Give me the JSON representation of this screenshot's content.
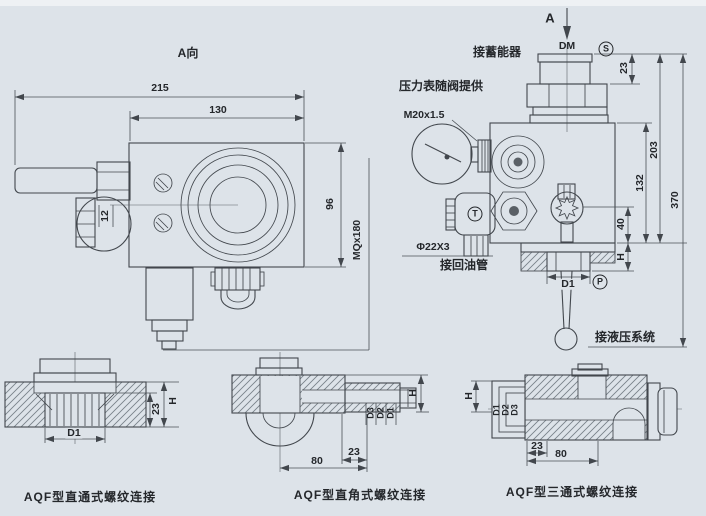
{
  "colors": {
    "background": "#dde3e9",
    "line": "#42474d",
    "text": "#24272b"
  },
  "left_view": {
    "title": "A向",
    "dim_total_width": "215",
    "dim_port_width": "130",
    "dim_height": "96",
    "dim_offset": "12",
    "thread_spec": "MQx180"
  },
  "right_view": {
    "view_arrow_label": "A",
    "accumulator_label": "接蓄能器",
    "accumulator_port": "DM",
    "port_s": "S",
    "gauge_note": "压力表随阀提供",
    "gauge_thread": "M20x1.5",
    "port_t": "T",
    "return_pipe_spec": "Φ22X3",
    "return_pipe_label": "接回油管",
    "system_label": "接液压系统",
    "port_p": "P",
    "dim_cap_height": "23",
    "dim_body_height": "132",
    "dim_upper_height": "203",
    "dim_total_height": "370",
    "dim_knob_offset": "40",
    "dim_nut_height": "H",
    "dim_bore": "D1"
  },
  "bottom_views": [
    {
      "caption": "AQF型直通式螺纹连接",
      "dim_bore": "D1",
      "dim_nut_height": "23",
      "dim_block_height": "H"
    },
    {
      "caption": "AQF型直角式螺纹连接",
      "dim_bore1": "D1",
      "dim_bore2": "D2",
      "dim_bore3": "D3",
      "dim_nut_width": "23",
      "dim_length": "80",
      "dim_height": "H"
    },
    {
      "caption": "AQF型三通式螺纹连接",
      "dim_bore1": "D1",
      "dim_bore2": "D2",
      "dim_bore3": "D3",
      "dim_nut_width": "23",
      "dim_length": "80",
      "dim_height": "H"
    }
  ]
}
